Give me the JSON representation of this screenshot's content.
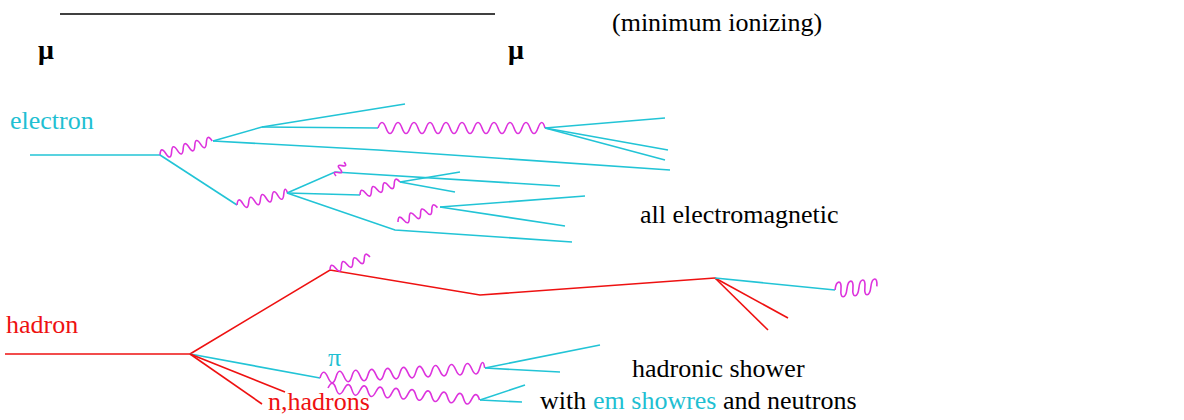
{
  "diagram": {
    "labels": [
      "μ",
      "μ",
      "(minimum ionizing)",
      "electron",
      "all electromagnetic",
      "hadron",
      "π",
      "n,hadrons",
      "hadronic shower",
      "with",
      "em showres",
      "and neutrons"
    ]
  }
}
